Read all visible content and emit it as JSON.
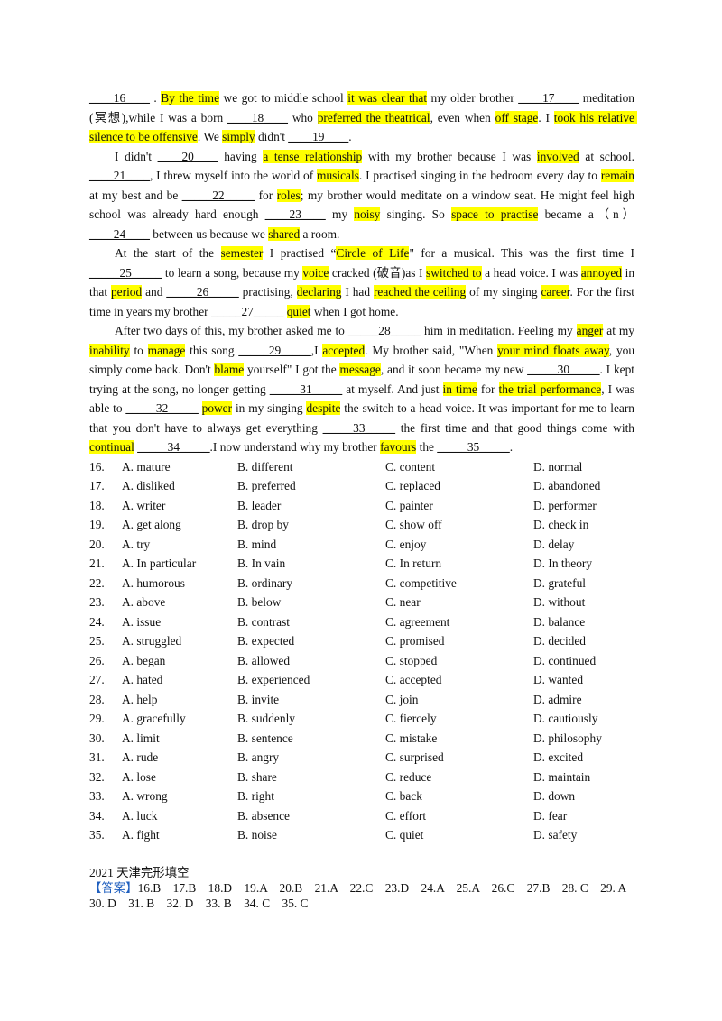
{
  "passage": [
    {
      "indent": false,
      "segments": [
        {
          "t": "____16____",
          "blank": true
        },
        {
          "t": " . "
        },
        {
          "t": "By the time",
          "hl": true
        },
        {
          "t": " we got to middle school "
        },
        {
          "t": "it was clear that",
          "hl": true
        },
        {
          "t": " my older brother "
        },
        {
          "t": "____17____",
          "blank": true
        },
        {
          "t": " meditation (冥想),while I was a born "
        },
        {
          "t": "____18____",
          "blank": true
        },
        {
          "t": " who "
        },
        {
          "t": "preferred the theatrical",
          "hl": true
        },
        {
          "t": ", even when "
        },
        {
          "t": "off stage",
          "hl": true
        },
        {
          "t": ". I "
        },
        {
          "t": "took his relative silence to be offensive",
          "hl": true
        },
        {
          "t": ". We "
        },
        {
          "t": "simply",
          "hl": true
        },
        {
          "t": " didn't "
        },
        {
          "t": "____19____",
          "blank": true
        },
        {
          "t": "."
        }
      ]
    },
    {
      "indent": true,
      "segments": [
        {
          "t": "I didn't "
        },
        {
          "t": "____20____",
          "blank": true
        },
        {
          "t": " having "
        },
        {
          "t": "a tense relationship",
          "hl": true
        },
        {
          "t": " with my brother because I was "
        },
        {
          "t": "involved",
          "hl": true
        },
        {
          "t": " at school. "
        },
        {
          "t": "____21____",
          "blank": true
        },
        {
          "t": ", I threw myself into the world of "
        },
        {
          "t": "musicals",
          "hl": true
        },
        {
          "t": ". I practised singing in the bedroom every day to "
        },
        {
          "t": "remain",
          "hl": true
        },
        {
          "t": " at my best and be "
        },
        {
          "t": "_____22_____",
          "blank": true
        },
        {
          "t": " for "
        },
        {
          "t": "roles",
          "hl": true
        },
        {
          "t": "; my brother would meditate on a window seat. He might feel high school was already hard enough "
        },
        {
          "t": "____23____",
          "blank": true
        },
        {
          "t": " my "
        },
        {
          "t": "noisy",
          "hl": true
        },
        {
          "t": " singing. So "
        },
        {
          "t": "space to practise",
          "hl": true
        },
        {
          "t": " became a（n） "
        },
        {
          "t": "____24____",
          "blank": true
        },
        {
          "t": " between us because we "
        },
        {
          "t": "shared",
          "hl": true
        },
        {
          "t": " a room."
        }
      ]
    },
    {
      "indent": true,
      "segments": [
        {
          "t": "At the start of the "
        },
        {
          "t": "semester",
          "hl": true
        },
        {
          "t": " I practised “"
        },
        {
          "t": "Circle of Life",
          "hl": true
        },
        {
          "t": "\" for a musical. This was the first time I "
        },
        {
          "t": "_____25_____",
          "blank": true
        },
        {
          "t": " to learn a song, because my "
        },
        {
          "t": "voice",
          "hl": true
        },
        {
          "t": " cracked (破音)as I "
        },
        {
          "t": "switched to",
          "hl": true
        },
        {
          "t": " a head voice. I was "
        },
        {
          "t": "annoyed",
          "hl": true
        },
        {
          "t": " in that "
        },
        {
          "t": "period",
          "hl": true
        },
        {
          "t": " and "
        },
        {
          "t": "_____26_____",
          "blank": true
        },
        {
          "t": " practising, "
        },
        {
          "t": "declaring",
          "hl": true
        },
        {
          "t": " I had "
        },
        {
          "t": "reached the ceiling",
          "hl": true
        },
        {
          "t": " of my singing "
        },
        {
          "t": "career",
          "hl": true
        },
        {
          "t": ". For the first time in years my brother "
        },
        {
          "t": "_____27_____",
          "blank": true
        },
        {
          "t": " "
        },
        {
          "t": "quiet",
          "hl": true
        },
        {
          "t": " when I got home."
        }
      ]
    },
    {
      "indent": true,
      "segments": [
        {
          "t": "After two days of this, my brother asked me to "
        },
        {
          "t": "_____28_____",
          "blank": true
        },
        {
          "t": " him in meditation. Feeling my "
        },
        {
          "t": "anger",
          "hl": true
        },
        {
          "t": " at my "
        },
        {
          "t": "inability",
          "hl": true
        },
        {
          "t": " to "
        },
        {
          "t": "manage",
          "hl": true
        },
        {
          "t": " this song "
        },
        {
          "t": "_____29_____",
          "blank": true
        },
        {
          "t": ",I "
        },
        {
          "t": "accepted",
          "hl": true
        },
        {
          "t": ". My brother said, \"When "
        },
        {
          "t": "your mind floats away",
          "hl": true
        },
        {
          "t": ", you simply come back. Don't "
        },
        {
          "t": "blame",
          "hl": true
        },
        {
          "t": " yourself\" I got the "
        },
        {
          "t": "message",
          "hl": true
        },
        {
          "t": ", and it soon became my new "
        },
        {
          "t": "_____30_____",
          "blank": true
        },
        {
          "t": ". I kept trying at the song, no longer getting "
        },
        {
          "t": "_____31_____",
          "blank": true
        },
        {
          "t": " at myself. And just "
        },
        {
          "t": "in time",
          "hl": true
        },
        {
          "t": " for "
        },
        {
          "t": "the trial performance",
          "hl": true
        },
        {
          "t": ", I was able to "
        },
        {
          "t": "_____32_____",
          "blank": true
        },
        {
          "t": " "
        },
        {
          "t": "power",
          "hl": true
        },
        {
          "t": " in my singing "
        },
        {
          "t": "despite",
          "hl": true
        },
        {
          "t": " the switch to a head voice. It was important for me to learn that you don't have to always get everything "
        },
        {
          "t": "_____33_____",
          "blank": true
        },
        {
          "t": " the first time and that good things come with "
        },
        {
          "t": "continual",
          "hl": true
        },
        {
          "t": " "
        },
        {
          "t": "_____34_____",
          "blank": true
        },
        {
          "t": ".I now understand why my brother "
        },
        {
          "t": "favours",
          "hl": true
        },
        {
          "t": " the "
        },
        {
          "t": "_____35_____",
          "blank": true
        },
        {
          "t": "."
        }
      ]
    }
  ],
  "options": [
    {
      "q": "16.",
      "a": "A.  mature",
      "b": "B.  different",
      "c": "C.  content",
      "d": "D.  normal"
    },
    {
      "q": "17.",
      "a": "A.  disliked",
      "b": "B.  preferred",
      "c": "C.  replaced",
      "d": "D.  abandoned"
    },
    {
      "q": "18.",
      "a": "A.  writer",
      "b": "B.  leader",
      "c": "C.  painter",
      "d": "D.  performer"
    },
    {
      "q": "19.",
      "a": "A.  get along",
      "b": "B.  drop by",
      "c": "C.  show off",
      "d": "D.  check in"
    },
    {
      "q": "20.",
      "a": "A.  try",
      "b": "B.  mind",
      "c": "C.  enjoy",
      "d": "D.  delay"
    },
    {
      "q": "21.",
      "a": "A.  In particular",
      "b": "B.  In vain",
      "c": "C.  In return",
      "d": "D.  In theory"
    },
    {
      "q": "22.",
      "a": "A.  humorous",
      "b": "B.  ordinary",
      "c": "C.  competitive",
      "d": "D.  grateful"
    },
    {
      "q": "23.",
      "a": "A.  above",
      "b": "B.  below",
      "c": "C.  near",
      "d": "D.  without"
    },
    {
      "q": "24.",
      "a": "A.  issue",
      "b": "B.  contrast",
      "c": "C.  agreement",
      "d": "D.  balance"
    },
    {
      "q": "25.",
      "a": "A.  struggled",
      "b": "B.  expected",
      "c": "C.  promised",
      "d": "D.  decided"
    },
    {
      "q": "26.",
      "a": "A.  began",
      "b": "B.  allowed",
      "c": "C.  stopped",
      "d": "D.  continued"
    },
    {
      "q": "27.",
      "a": "A.  hated",
      "b": "B.  experienced",
      "c": "C.  accepted",
      "d": "D.  wanted"
    },
    {
      "q": "28.",
      "a": "A.  help",
      "b": "B.  invite",
      "c": "C.  join",
      "d": "D.  admire"
    },
    {
      "q": "29.",
      "a": "A.  gracefully",
      "b": "B.  suddenly",
      "c": "C.  fiercely",
      "d": "D.  cautiously"
    },
    {
      "q": "30.",
      "a": "A.  limit",
      "b": "B.  sentence",
      "c": "C.  mistake",
      "d": "D.  philosophy"
    },
    {
      "q": "31.",
      "a": "A.  rude",
      "b": "B.  angry",
      "c": "C.  surprised",
      "d": "D.  excited"
    },
    {
      "q": "32.",
      "a": "A.  lose",
      "b": "B.  share",
      "c": "C.  reduce",
      "d": "D.  maintain"
    },
    {
      "q": "33.",
      "a": "A.  wrong",
      "b": "B.  right",
      "c": "C.  back",
      "d": "D.  down"
    },
    {
      "q": "34.",
      "a": "A.  luck",
      "b": "B.  absence",
      "c": "C.  effort",
      "d": "D.  fear"
    },
    {
      "q": "35.",
      "a": "A.  fight",
      "b": "B.  noise",
      "c": "C.  quiet",
      "d": "D.  safety"
    }
  ],
  "answer_section": {
    "source": "2021 天津完形填空",
    "label": "【答案】",
    "answers": "16.B    17.B    18.D    19.A    20.B    21.A    22.C    23.D    24.A    25.A    26.C    27.B    28. C    29. A    30. D    31. B    32. D    33. B    34. C    35. C"
  },
  "colors": {
    "highlight": "#ffff00",
    "answer_label": "#1f5fbf"
  }
}
